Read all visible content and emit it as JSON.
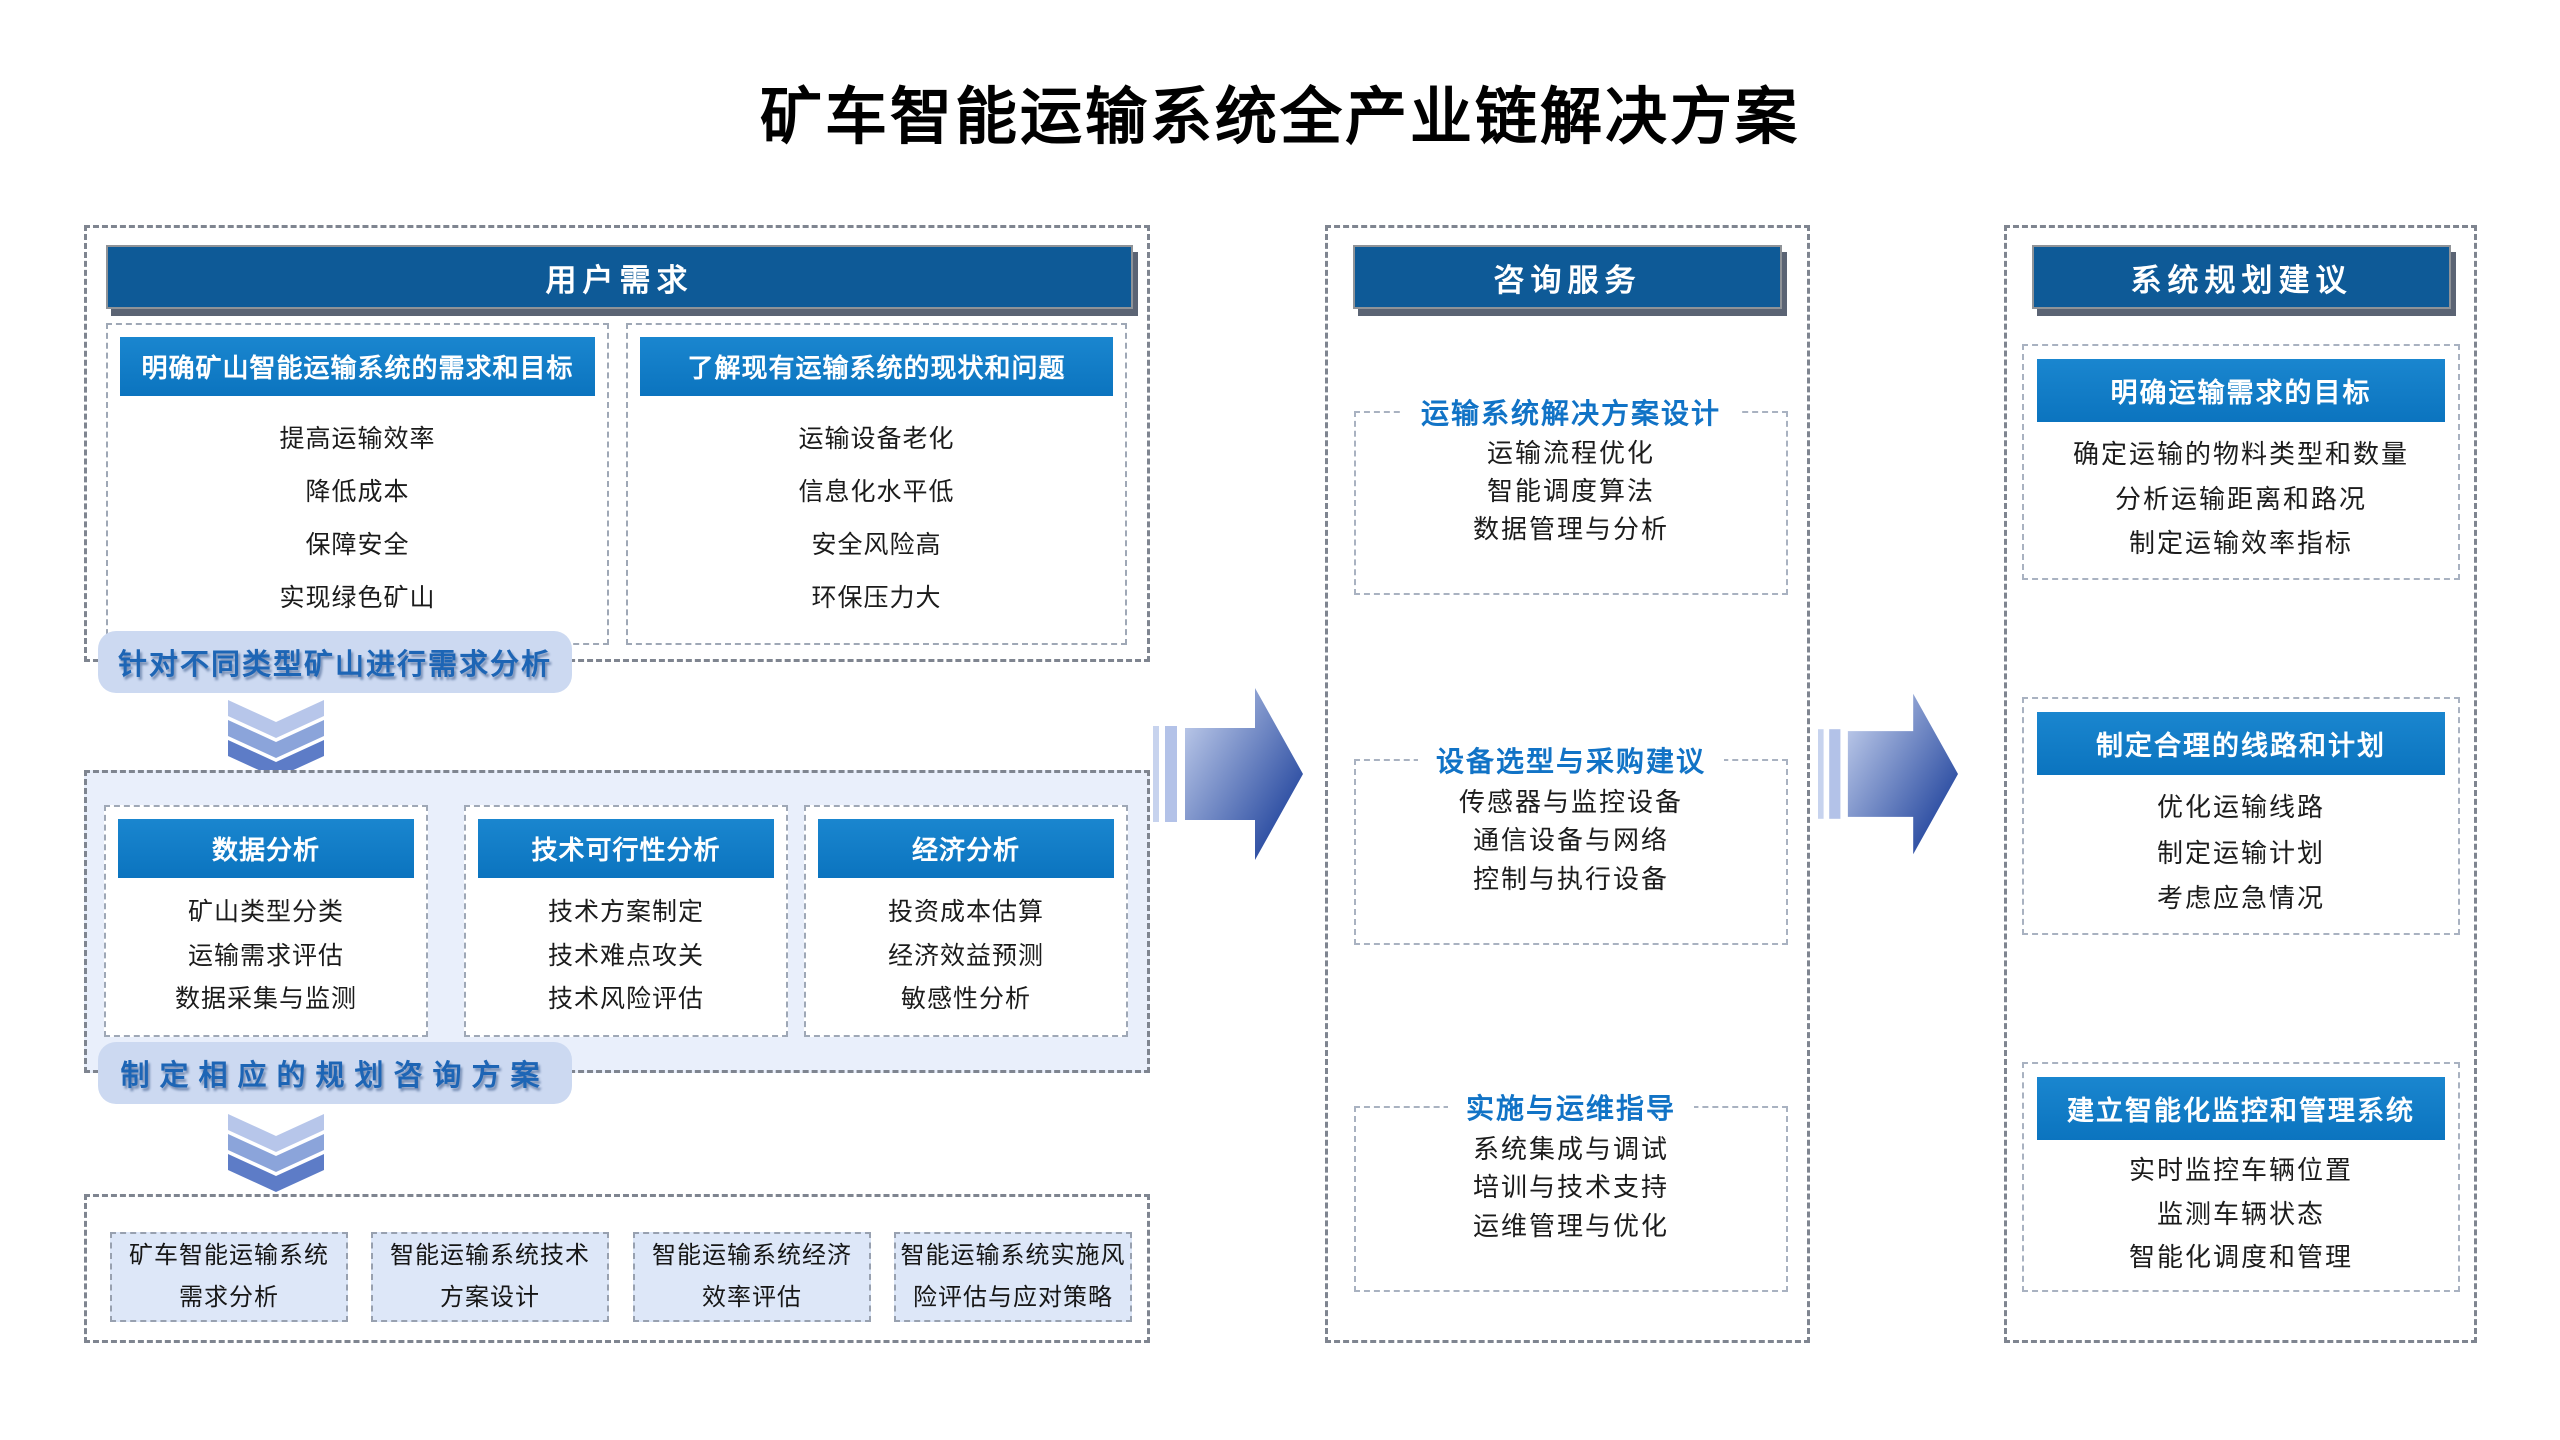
{
  "title": "矿车智能运输系统全产业链解决方案",
  "left": {
    "header": "用户需求",
    "need_boxes": [
      {
        "title": "明确矿山智能运输系统的需求和目标",
        "items": [
          "提高运输效率",
          "降低成本",
          "保障安全",
          "实现绿色矿山"
        ]
      },
      {
        "title": "了解现有运输系统的现状和问题",
        "items": [
          "运输设备老化",
          "信息化水平低",
          "安全风险高",
          "环保压力大"
        ]
      }
    ],
    "pill_1": "针对不同类型矿山进行需求分析",
    "analysis_boxes": [
      {
        "title": "数据分析",
        "items": [
          "矿山类型分类",
          "运输需求评估",
          "数据采集与监测"
        ]
      },
      {
        "title": "技术可行性分析",
        "items": [
          "技术方案制定",
          "技术难点攻关",
          "技术风险评估"
        ]
      },
      {
        "title": "经济分析",
        "items": [
          "投资成本估算",
          "经济效益预测",
          "敏感性分析"
        ]
      }
    ],
    "pill_2": "制定相应的规划咨询方案",
    "deliverables": [
      "矿车智能运输系统\n需求分析",
      "智能运输系统技术\n方案设计",
      "智能运输系统经济\n效率评估",
      "智能运输系统实施风\n险评估与应对策略"
    ]
  },
  "middle": {
    "header": "咨询服务",
    "groups": [
      {
        "title": "运输系统解决方案设计",
        "items": [
          "运输流程优化",
          "智能调度算法",
          "数据管理与分析"
        ]
      },
      {
        "title": "设备选型与采购建议",
        "items": [
          "传感器与监控设备",
          "通信设备与网络",
          "控制与执行设备"
        ]
      },
      {
        "title": "实施与运维指导",
        "items": [
          "系统集成与调试",
          "培训与技术支持",
          "运维管理与优化"
        ]
      }
    ]
  },
  "right": {
    "header": "系统规划建议",
    "groups": [
      {
        "title": "明确运输需求的目标",
        "items": [
          "确定运输的物料类型和数量",
          "分析运输距离和路况",
          "制定运输效率指标"
        ]
      },
      {
        "title": "制定合理的线路和计划",
        "items": [
          "优化运输线路",
          "制定运输计划",
          "考虑应急情况"
        ]
      },
      {
        "title": "建立智能化监控和管理系统",
        "items": [
          "实时监控车辆位置",
          "监测车辆状态",
          "智能化调度和管理"
        ]
      }
    ]
  },
  "colors": {
    "header_bar_blue": "#0e5a97",
    "sub_header_blue": "#0d7ac4",
    "group_title_blue": "#1173c6",
    "pill_bg": "#ccd9f1",
    "pill_text": "#1d65b5",
    "arrow_gradient_light": "#ccd7f1",
    "arrow_gradient_dark": "#2e4fa3",
    "analysis_panel_tint": "#e9effb",
    "deliverable_bg": "#dde7f8"
  }
}
